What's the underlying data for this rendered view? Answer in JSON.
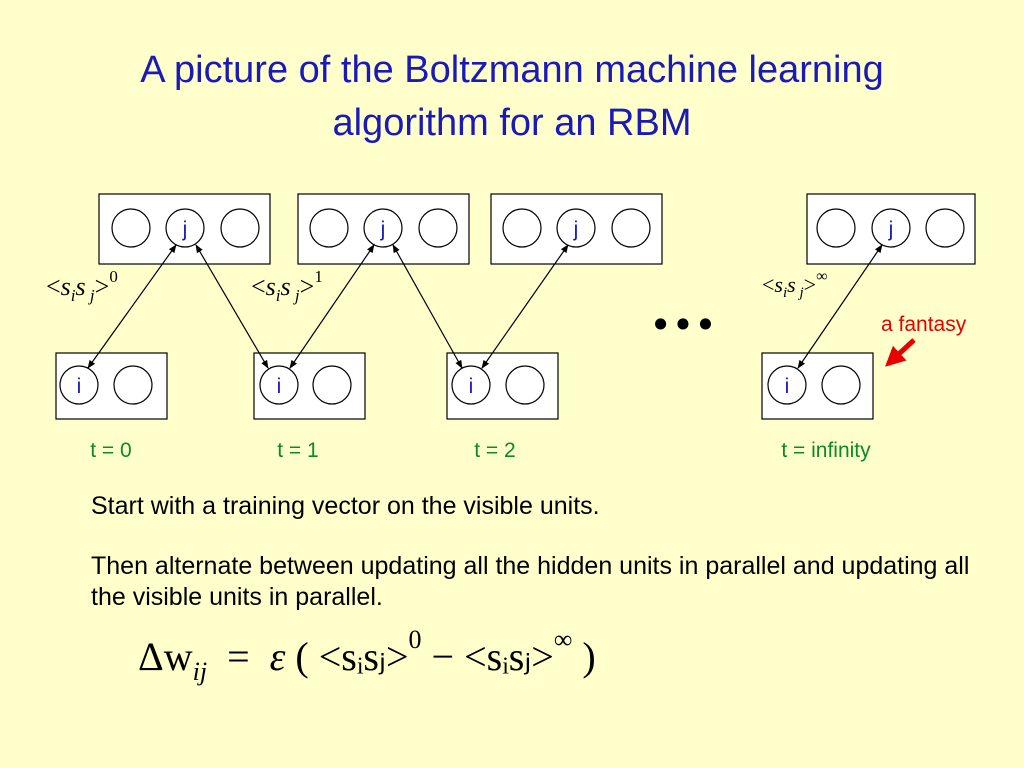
{
  "title": {
    "line1": "A picture of the Boltzmann machine learning",
    "line2": "algorithm for an RBM"
  },
  "diagram": {
    "hidden_unit_label": "j",
    "visible_unit_label": "i",
    "time_labels": [
      "t = 0",
      "t = 1",
      "t = 2",
      "t = infinity"
    ],
    "correlation_superscripts": [
      "0",
      "1",
      "∞"
    ],
    "ellipsis": "•••",
    "fantasy_label": "a fantasy",
    "colors": {
      "background": "#FFFFCC",
      "title": "#1A1AB8",
      "time_label": "#0A8A2A",
      "fantasy": "#E60000"
    }
  },
  "text": {
    "para1": "Start with a training vector on the visible units.",
    "para2": "Then alternate between updating all the hidden units in parallel and updating all the visible units in parallel."
  },
  "formula": {
    "delta_w": "Δw",
    "w_sub": "ij",
    "equals": "=",
    "epsilon": "ε",
    "open": "(",
    "term1": "<sᵢsⱼ>",
    "term1_sup": "0",
    "minus": "−",
    "term2": "<sᵢsⱼ>",
    "term2_sup": "∞",
    "close": ")"
  }
}
